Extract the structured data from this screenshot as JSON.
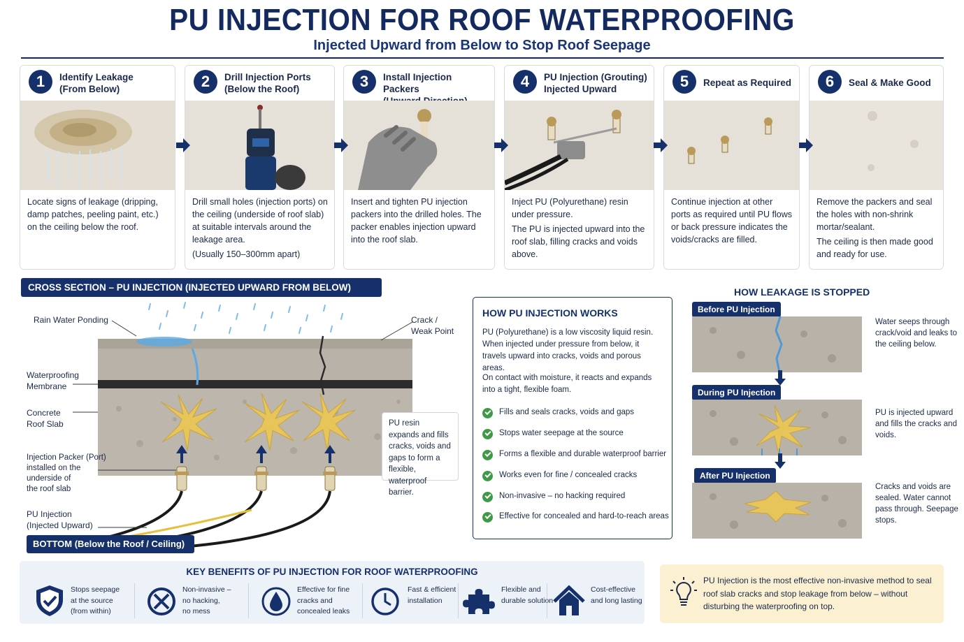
{
  "header": {
    "title": "PU INJECTION FOR ROOF WATERPROOFING",
    "subtitle": "Injected Upward from Below to Stop Roof Seepage"
  },
  "steps": [
    {
      "number": "1",
      "title": "Identify Leakage\n(From Below)",
      "desc": [
        "Locate signs of leakage (dripping, damp patches, peeling paint, etc.) on the ceiling below the roof."
      ]
    },
    {
      "number": "2",
      "title": "Drill Injection Ports\n(Below the Roof)",
      "desc": [
        "Drill small holes (injection ports) on the ceiling (underside of roof slab) at suitable intervals around the leakage area.",
        "(Usually 150–300mm apart)"
      ]
    },
    {
      "number": "3",
      "title": "Install Injection Packers\n(Upward Direction)",
      "desc": [
        "Insert and tighten PU injection packers into the drilled holes. The packer enables injection upward into the roof slab."
      ]
    },
    {
      "number": "4",
      "title": "PU Injection (Grouting)\nInjected Upward",
      "desc": [
        "Inject PU (Polyurethane) resin under pressure.",
        "The PU is injected upward into the roof slab, filling cracks and voids above."
      ]
    },
    {
      "number": "5",
      "title": "Repeat as Required",
      "desc": [
        "Continue injection at other ports as required until PU flows or back pressure indicates the voids/cracks are filled."
      ]
    },
    {
      "number": "6",
      "title": "Seal & Make Good",
      "desc": [
        "Remove the packers and seal the holes with non-shrink mortar/sealant.",
        "The ceiling is then made good and ready for use."
      ]
    }
  ],
  "cross_section": {
    "label": "CROSS SECTION – PU INJECTION (INJECTED UPWARD FROM BELOW)",
    "callouts": {
      "rain": "Rain Water Ponding",
      "crack": "Crack /\nWeak Point",
      "membrane": "Waterproofing\nMembrane",
      "slab": "Concrete\nRoof Slab",
      "packer": "Injection Packer (Port)\ninstalled on the\nunderside of\nthe roof slab",
      "pu": "PU Injection\n(Injected Upward)"
    },
    "note": "PU resin expands and fills cracks, voids and gaps to form a flexible, waterproof barrier.",
    "bottom_label": "BOTTOM (Below the Roof / Ceiling)"
  },
  "how_it_works": {
    "title": "HOW PU INJECTION WORKS",
    "p1": "PU (Polyurethane) is a low viscosity liquid resin. When injected under pressure from below, it travels upward into cracks, voids and porous areas.",
    "p2": "On contact with moisture, it reacts and expands into a tight, flexible foam.",
    "bullets": [
      "Fills and seals cracks, voids and gaps",
      "Stops water seepage at the source",
      "Forms a flexible and durable waterproof barrier",
      "Works even for fine / concealed cracks",
      "Non-invasive – no hacking required",
      "Effective for concealed and hard-to-reach areas"
    ]
  },
  "leakage": {
    "title": "HOW LEAKAGE IS STOPPED",
    "stages": [
      {
        "tag": "Before PU Injection",
        "text": "Water seeps through crack/void and leaks to the ceiling below."
      },
      {
        "tag": "During PU Injection",
        "text": "PU is injected upward and fills the cracks and voids."
      },
      {
        "tag": "After PU Injection",
        "text": "Cracks and voids are sealed. Water cannot pass through. Seepage stops."
      }
    ]
  },
  "benefits": {
    "title": "KEY BENEFITS OF PU INJECTION FOR ROOF WATERPROOFING",
    "items": [
      {
        "icon": "shield-check-icon",
        "text": "Stops seepage\nat the source\n(from within)"
      },
      {
        "icon": "no-hacking-icon",
        "text": "Non-invasive –\nno hacking,\nno mess"
      },
      {
        "icon": "water-drop-icon",
        "text": "Effective for fine\ncracks and\nconcealed leaks"
      },
      {
        "icon": "clock-icon",
        "text": "Fast & efficient\ninstallation"
      },
      {
        "icon": "puzzle-icon",
        "text": "Flexible and\ndurable solution"
      },
      {
        "icon": "house-icon",
        "text": "Cost-effective\nand long lasting"
      }
    ]
  },
  "summary": {
    "icon": "lightbulb-icon",
    "text": "PU Injection is the most effective non-invasive method to seal roof slab cracks and stop leakage from below – without disturbing the waterproofing on top."
  },
  "colors": {
    "navy": "#15306b",
    "pu_yellow": "#e8c55a",
    "water_blue": "#5aa9e6",
    "check_green": "#3f9a48",
    "concrete": "#b8b2a8"
  }
}
